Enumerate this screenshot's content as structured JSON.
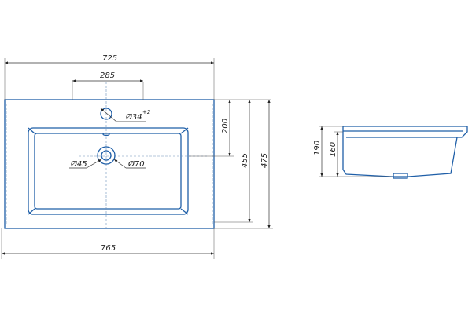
{
  "drawing": {
    "top_view": {
      "overall_width": "725",
      "faucet_offset": "285",
      "outer_width": "765",
      "faucet_hole": "Ø34",
      "faucet_hole_tol": "+2",
      "drain_hole": "Ø45",
      "drain_outer": "Ø70",
      "depth_to_drain": "200",
      "inner_depth": "455",
      "outer_depth": "475"
    },
    "side_view": {
      "total_height": "190",
      "bowl_height": "160"
    },
    "colors": {
      "outline": "#1f5fa8",
      "dimension": "#333333"
    }
  }
}
